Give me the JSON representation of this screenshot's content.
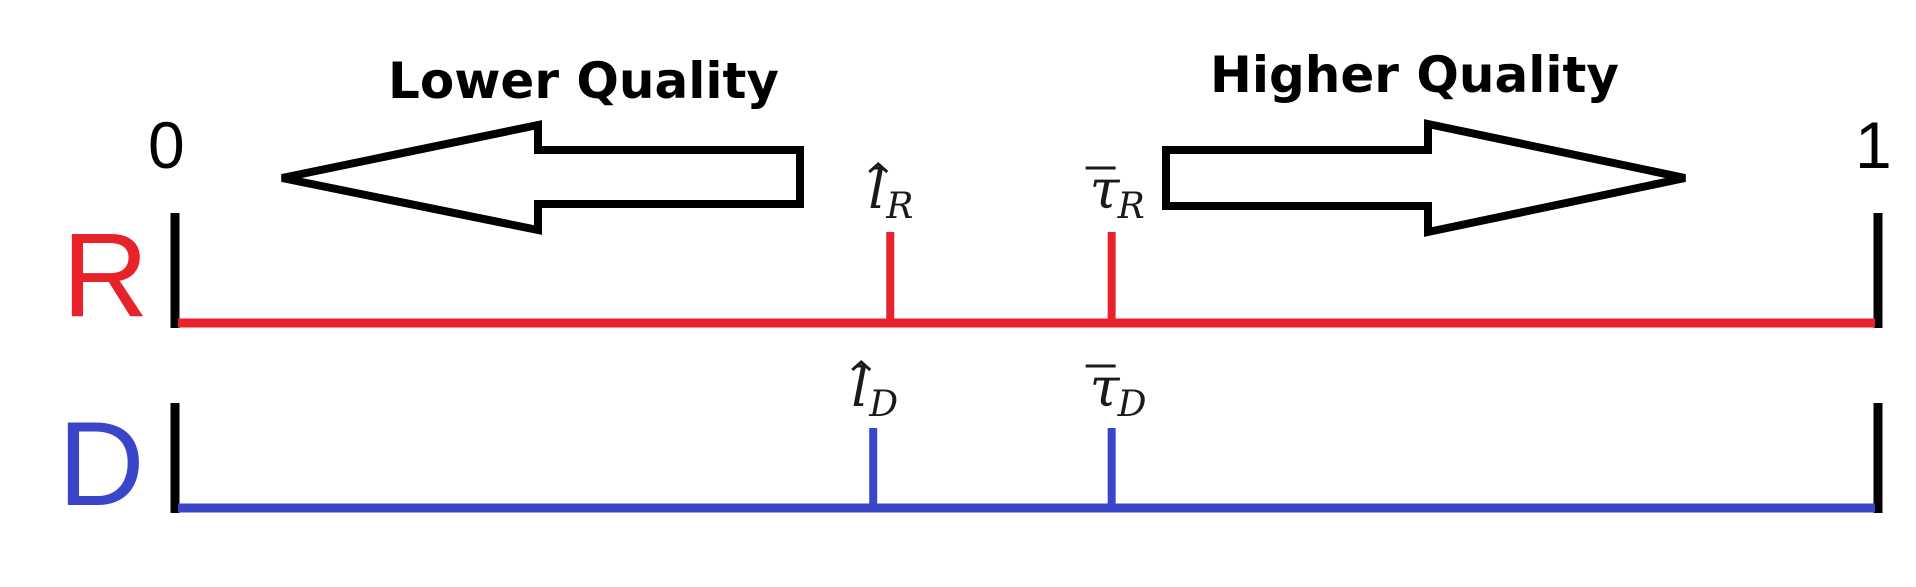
{
  "colors": {
    "r_line": "#e8222b",
    "d_line": "#3b45c9",
    "axis_tick": "#000000"
  },
  "labels": {
    "lower_quality": "Lower Quality",
    "higher_quality": "Higher Quality",
    "scale_min": "0",
    "scale_max": "1",
    "row_r": "R",
    "row_d": "D"
  },
  "markers": {
    "r": [
      {
        "symbol": "l",
        "accent": "hat",
        "subscript": "R",
        "value": 0.42
      },
      {
        "symbol": "τ",
        "accent": "bar",
        "subscript": "R",
        "value": 0.55
      }
    ],
    "d": [
      {
        "symbol": "l",
        "accent": "hat",
        "subscript": "D",
        "value": 0.41
      },
      {
        "symbol": "τ",
        "accent": "bar",
        "subscript": "D",
        "value": 0.55
      }
    ]
  },
  "icons": {
    "left_arrow": "left-arrow-outline-icon",
    "right_arrow": "right-arrow-outline-icon"
  }
}
